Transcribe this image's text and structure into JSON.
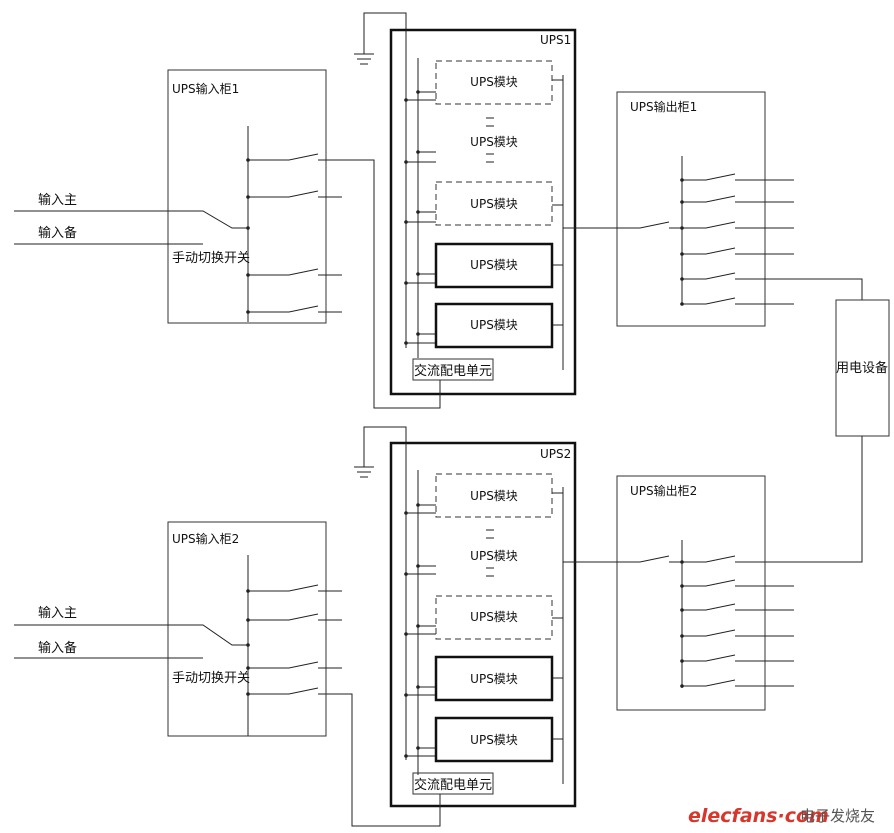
{
  "ups1": {
    "title": "UPS1",
    "modules": [
      "UPS模块",
      "UPS模块",
      "UPS模块",
      "UPS模块",
      "UPS模块"
    ],
    "ac_unit": "交流配电单元"
  },
  "ups2": {
    "title": "UPS2",
    "modules": [
      "UPS模块",
      "UPS模块",
      "UPS模块",
      "UPS模块",
      "UPS模块"
    ],
    "ac_unit": "交流配电单元"
  },
  "input_cabinet_1": {
    "title": "UPS输入柜1",
    "input_main": "输入主",
    "input_backup": "输入备",
    "switch_label": "手动切换开关"
  },
  "input_cabinet_2": {
    "title": "UPS输入柜2",
    "input_main": "输入主",
    "input_backup": "输入备",
    "switch_label": "手动切换开关"
  },
  "output_cabinet_1": {
    "title": "UPS输出柜1"
  },
  "output_cabinet_2": {
    "title": "UPS输出柜2"
  },
  "load": {
    "label": "用电设备"
  },
  "watermark": {
    "brand": "elecfans·com",
    "text": "电子发烧友"
  }
}
